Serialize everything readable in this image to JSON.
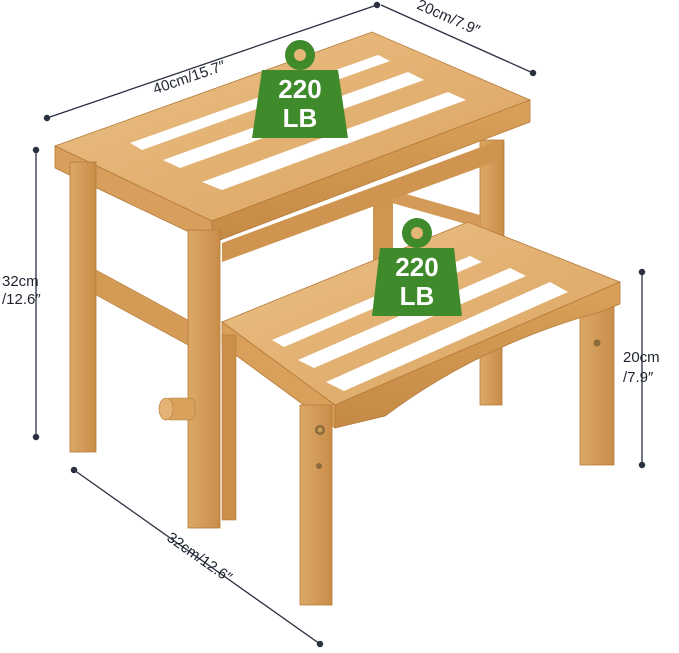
{
  "product": {
    "upper_step_load": "220",
    "upper_step_unit": "LB",
    "lower_step_load": "220",
    "lower_step_unit": "LB"
  },
  "dimensions": {
    "width": "40cm/15.7″",
    "top_depth": "20cm/7.9″",
    "height_metric": "32cm",
    "height_imperial": "/12.6″",
    "step_height_metric": "20cm",
    "step_height_imperial": "/7.9″",
    "depth": "32cm/12.6″"
  },
  "colors": {
    "bamboo_light": "#e3b173",
    "bamboo_mid": "#d29a55",
    "bamboo_dark": "#b77b3a",
    "grip_strip": "#ffffff",
    "badge_green": "#3f8a2a",
    "dimension_line": "#2a3040"
  }
}
